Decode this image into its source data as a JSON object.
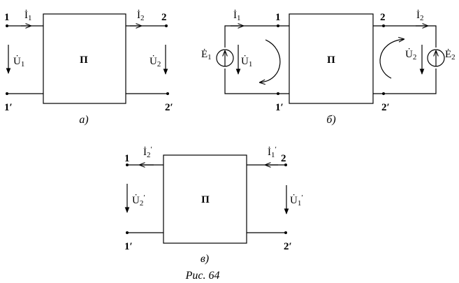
{
  "diagram_a": {
    "block_label": "П",
    "node_in": "1",
    "node_in_prime": "1′",
    "node_out": "2",
    "node_out_prime": "2′",
    "current_in_main": "İ",
    "current_in_sub": "1",
    "current_out_main": "İ",
    "current_out_sub": "2",
    "voltage_in_main": "U̇",
    "voltage_in_sub": "1",
    "voltage_out_main": "U̇",
    "voltage_out_sub": "2",
    "caption": "a)"
  },
  "diagram_b": {
    "block_label": "П",
    "node_in": "1",
    "node_in_prime": "1′",
    "node_out": "2",
    "node_out_prime": "2′",
    "current_in_main": "İ",
    "current_in_sub": "1",
    "current_out_main": "İ",
    "current_out_sub": "2",
    "voltage_in_main": "U̇",
    "voltage_in_sub": "1",
    "voltage_out_main": "U̇",
    "voltage_out_sub": "2",
    "source_in_main": "Ė",
    "source_in_sub": "1",
    "source_out_main": "Ė",
    "source_out_sub": "2",
    "caption": "б)"
  },
  "diagram_c": {
    "block_label": "П",
    "node_in": "1",
    "node_in_prime": "1′",
    "node_out": "2",
    "node_out_prime": "2′",
    "current_in_main": "İ",
    "current_in_sub": "2",
    "current_out_main": "İ",
    "current_out_sub": "1",
    "voltage_in_main": "U̇",
    "voltage_in_sub": "2",
    "voltage_out_main": "U̇",
    "voltage_out_sub": "1",
    "prime_mark": "′",
    "caption": "в)"
  },
  "figure_caption": "Рис. 64"
}
